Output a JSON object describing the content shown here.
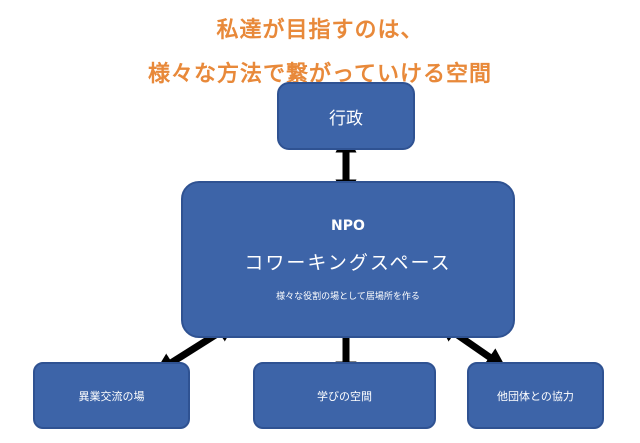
{
  "heading": {
    "line1": "私達が目指すのは、",
    "line2": "様々な方法で繋がっていける空間"
  },
  "nodes": {
    "gyosei": "行政",
    "center": {
      "npo": "NPO",
      "coworking": "コワーキングスペース",
      "subtitle": "様々な役割の場として居場所を作る"
    },
    "left": "異業交流の場",
    "middle": "学びの空間",
    "right": "他団体との協力"
  },
  "colors": {
    "box_fill": "#3d64a8",
    "box_border": "#2f5292",
    "heading": "#e8893a",
    "arrow": "#000000"
  }
}
